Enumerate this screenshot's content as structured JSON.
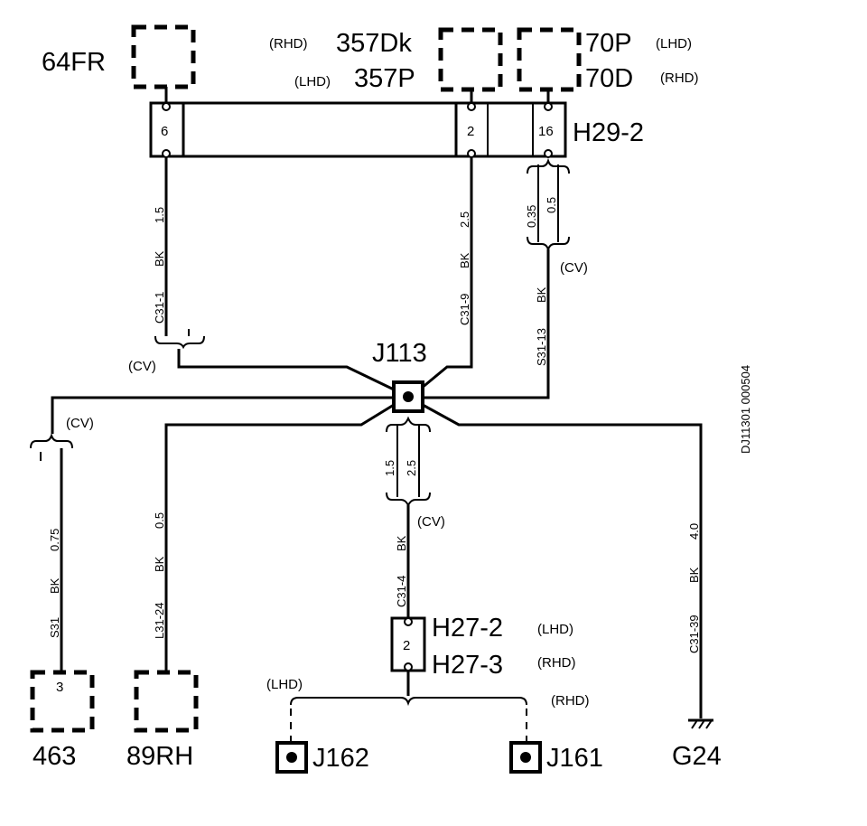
{
  "components": {
    "c64fr": "64FR",
    "c357dk": "357Dk",
    "c357p": "357P",
    "c70p": "70P",
    "c70d": "70D",
    "c463": "463",
    "c89rh": "89RH",
    "j162": "J162",
    "j161": "J161",
    "g24": "G24",
    "j113": "J113"
  },
  "qualifiers": {
    "rhd": "(RHD)",
    "lhd": "(LHD)",
    "cv": "(CV)"
  },
  "connectors": {
    "h29_2": "H29-2",
    "h29_pin6": "6",
    "h29_pin2": "2",
    "h29_pin16": "16",
    "h27_2": "H27-2",
    "h27_3": "H27-3",
    "h27_pin": "2",
    "c463_pin": "3"
  },
  "wires": {
    "w_c31_1": {
      "size": "1.5",
      "color": "BK",
      "id": "C31-1"
    },
    "w_c31_9": {
      "size": "2.5",
      "color": "BK",
      "id": "C31-9"
    },
    "w_s31_13": {
      "size_a": "0.35",
      "size_b": "0.5",
      "color": "BK",
      "id": "S31-13"
    },
    "w_s31": {
      "size": "0.75",
      "color": "BK",
      "id": "S31"
    },
    "w_l31_24": {
      "size": "0.5",
      "color": "BK",
      "id": "L31-24"
    },
    "w_c31_4": {
      "size_a": "1.5",
      "size_b": "2.5",
      "color": "BK",
      "id": "C31-4"
    },
    "w_c31_39": {
      "size": "4.0",
      "color": "BK",
      "id": "C31-39"
    }
  },
  "drawing_id": "DJ11301 000504"
}
